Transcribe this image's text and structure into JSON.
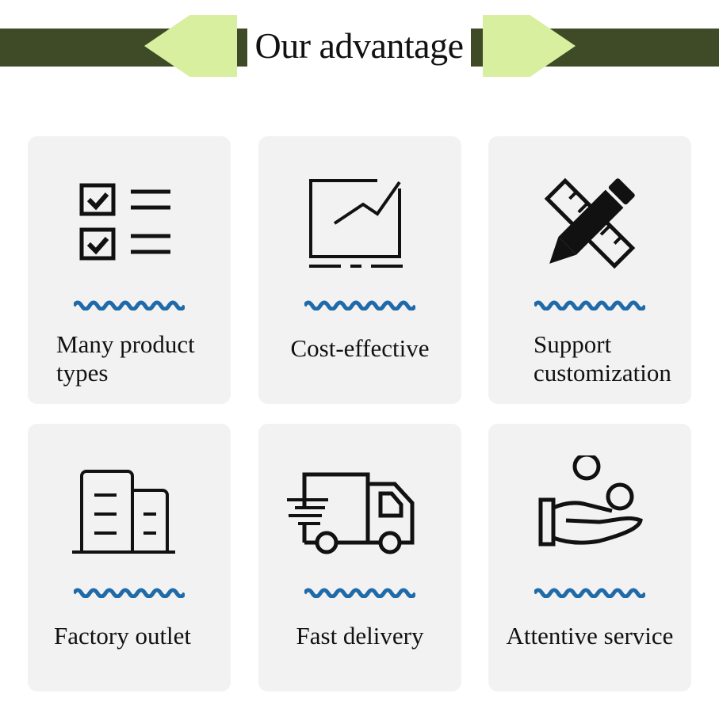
{
  "header": {
    "title": "Our advantage"
  },
  "advantages": [
    {
      "label": "Many product types",
      "icon": "checklist-icon"
    },
    {
      "label": "Cost-effective",
      "icon": "trend-chart-icon"
    },
    {
      "label": "Support customization",
      "icon": "pencil-ruler-icon"
    },
    {
      "label": "Factory outlet",
      "icon": "buildings-icon"
    },
    {
      "label": "Fast delivery",
      "icon": "delivery-truck-icon"
    },
    {
      "label": "Attentive service",
      "icon": "hand-coins-icon"
    }
  ],
  "colors": {
    "banner_band": "#3f4b27",
    "banner_arrow": "#d8ef9f",
    "card_bg": "#f2f2f2",
    "wave": "#1f6aa8",
    "text": "#111111"
  }
}
